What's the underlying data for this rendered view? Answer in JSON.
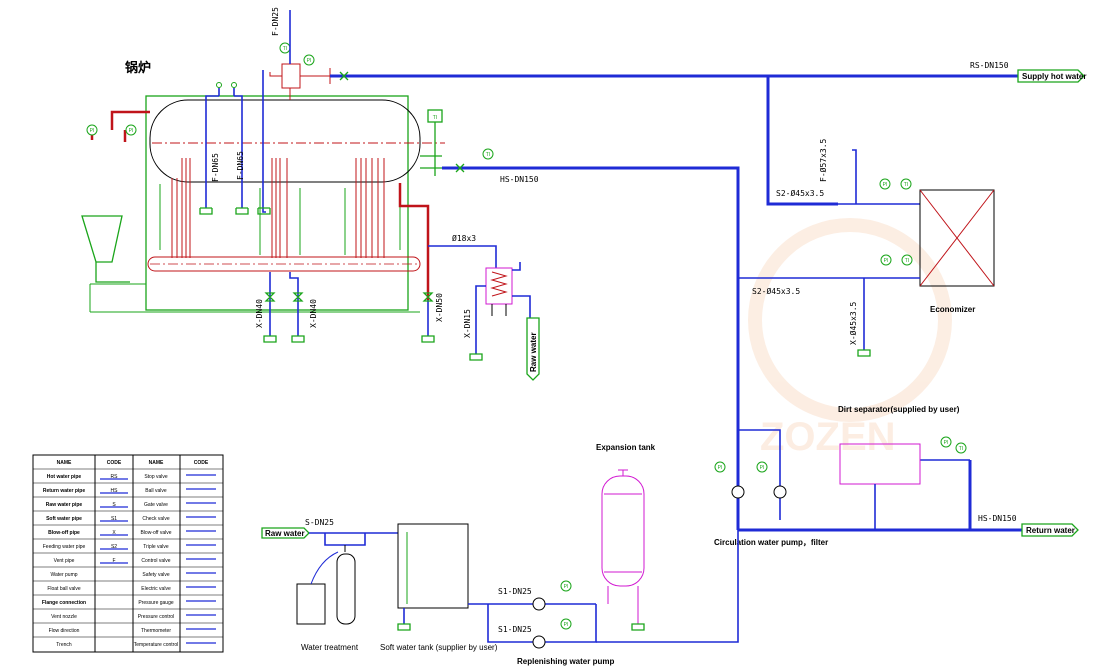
{
  "boiler_title": "锅炉",
  "pipes": {
    "rs_dn150": "RS-DN150",
    "hs_dn150_top": "HS-DN150",
    "hs_dn150_bottom": "HS-DN150",
    "s2_45_top": "S2-Ø45x3.5",
    "s2_45_mid": "S2-Ø45x3.5",
    "f_57": "F-Ø57x3.5",
    "x_45": "X-Ø45x3.5",
    "f_dn25": "F-DN25",
    "f_dn65_a": "F-DN65",
    "f_dn65_b": "F-DN65",
    "x_dn40_a": "X-DN40",
    "x_dn40_b": "X-DN40",
    "x_dn50": "X-DN50",
    "x_dn15": "X-DN15",
    "d18": "Ø18x3",
    "s_dn25": "S-DN25",
    "s1_dn25_a": "S1-DN25",
    "s1_dn25_b": "S1-DN25"
  },
  "tags": {
    "supply_hot_water": "Supply hot water",
    "return_water": "Return water",
    "raw_water_left": "Raw water",
    "raw_water_vertical": "Raw water"
  },
  "labels": {
    "economizer": "Economizer",
    "dirt_separator": "Dirt separator(supplied by user)",
    "expansion_tank": "Expansion tank",
    "circulation_pump": "Circulation water pump，filter",
    "water_treatment": "Water treatment",
    "soft_water_tank": "Soft water tank (supplier by user)",
    "replenishing_pump": "Replenishing water pump",
    "watermark": "ZOZEN"
  },
  "instruments": {
    "ti": "TI",
    "pi": "PI"
  },
  "legend": {
    "headers": [
      "NAME",
      "CODE",
      "NAME",
      "CODE"
    ],
    "rows": [
      {
        "n1": "Hot water pipe",
        "c1": "RS",
        "n2": "Stop valve"
      },
      {
        "n1": "Return water pipe",
        "c1": "HS",
        "n2": "Ball valve"
      },
      {
        "n1": "Raw water pipe",
        "c1": "S",
        "n2": "Gate valve"
      },
      {
        "n1": "Soft water pipe",
        "c1": "S1",
        "n2": "Check valve"
      },
      {
        "n1": "Blow-off pipe",
        "c1": "X",
        "n2": "Blow-off valve"
      },
      {
        "n1": "Feeding water pipe",
        "c1": "S2",
        "n2": "Triple valve"
      },
      {
        "n1": "Vent pipe",
        "c1": "F",
        "n2": "Control valve"
      },
      {
        "n1": "Water pump",
        "c1": "",
        "n2": "Safety valve"
      },
      {
        "n1": "Float ball valve",
        "c1": "",
        "n2": "Electric valve"
      },
      {
        "n1": "Flange connection",
        "c1": "",
        "n2": "Pressure gauge"
      },
      {
        "n1": "Vent nozzle",
        "c1": "",
        "n2": "Pressure control"
      },
      {
        "n1": "Flow direction",
        "c1": "",
        "n2": "Thermometer"
      },
      {
        "n1": "Trench",
        "c1": "",
        "n2": "Temperature control"
      }
    ]
  }
}
